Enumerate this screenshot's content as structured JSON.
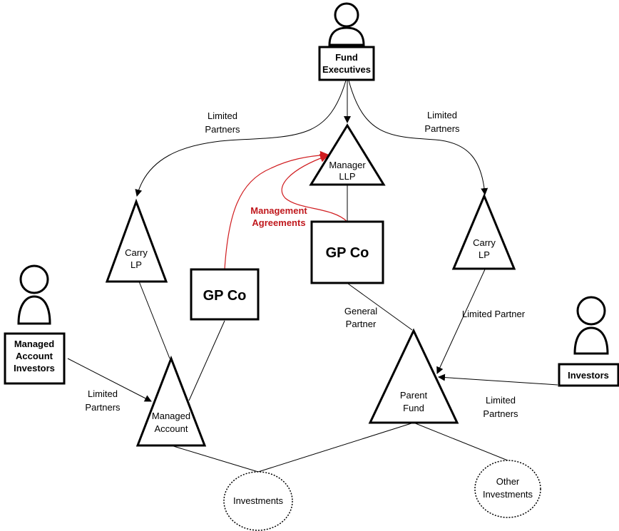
{
  "nodes": {
    "fund_executives": [
      "Fund",
      "Executives"
    ],
    "manager_llp": [
      "Manager",
      "LLP"
    ],
    "carry_lp_left": [
      "Carry",
      "LP"
    ],
    "carry_lp_right": [
      "Carry",
      "LP"
    ],
    "gp_co_left": "GP Co",
    "gp_co_center": "GP Co",
    "managed_account_investors": [
      "Managed",
      "Account",
      "Investors"
    ],
    "managed_account": [
      "Managed",
      "Account"
    ],
    "parent_fund": [
      "Parent",
      "Fund"
    ],
    "investors": "Investors",
    "investments": "Investments",
    "other_investments": [
      "Other",
      "Investments"
    ]
  },
  "edges": {
    "limited_partners_left": [
      "Limited",
      "Partners"
    ],
    "limited_partners_right": [
      "Limited",
      "Partners"
    ],
    "management_agreements": [
      "Management",
      "Agreements"
    ],
    "general_partner": [
      "General",
      "Partner"
    ],
    "limited_partner": "Limited Partner",
    "limited_partners_investors": [
      "Limited",
      "Partners"
    ],
    "limited_partners_managed": [
      "Limited",
      "Partners"
    ]
  },
  "colors": {
    "line": "#000000",
    "accent_red": "#d01c1f",
    "label_red": "#c0181d"
  }
}
